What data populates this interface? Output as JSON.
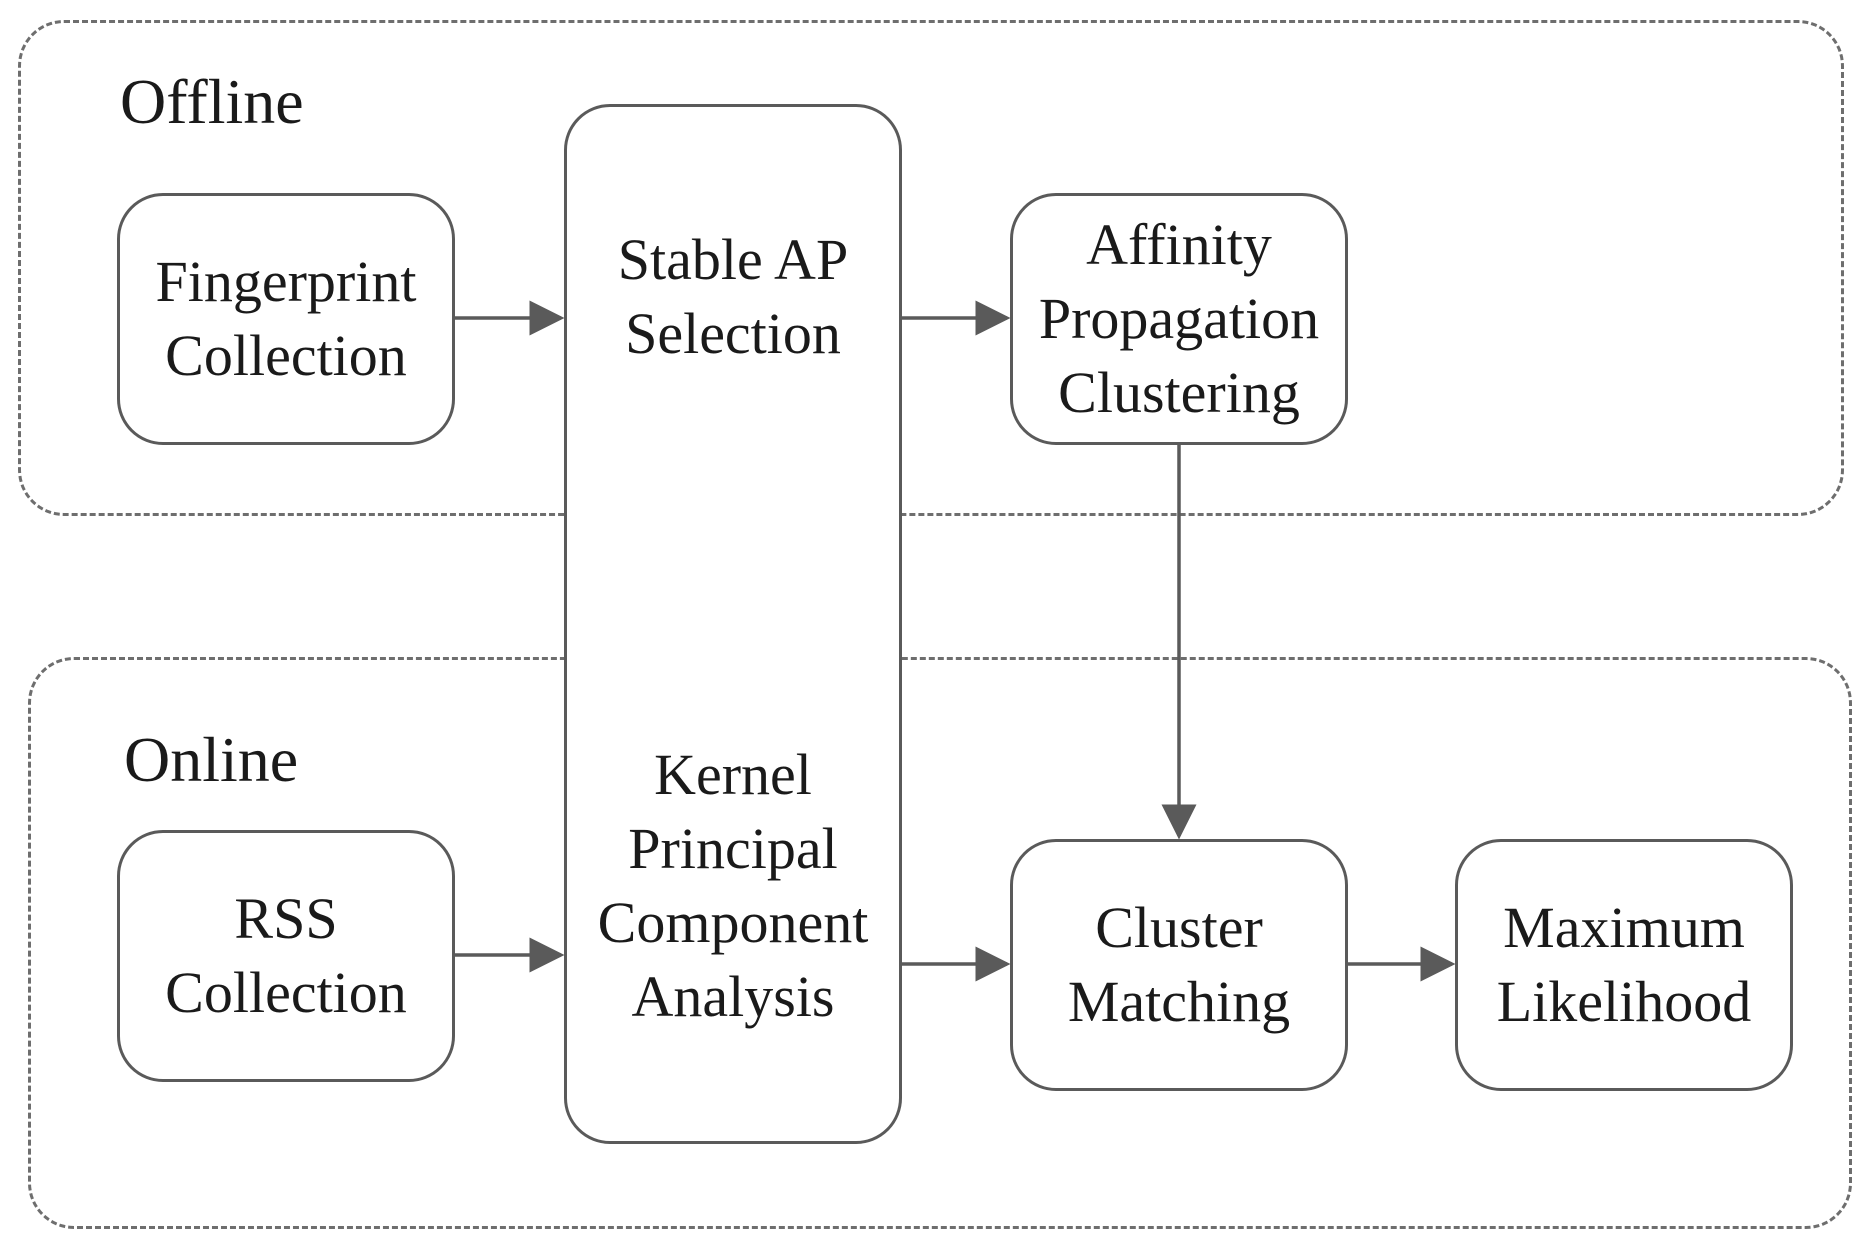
{
  "regions": {
    "offline": {
      "label": "Offline"
    },
    "online": {
      "label": "Online"
    }
  },
  "nodes": {
    "fingerprint_collection": {
      "lines": [
        "Fingerprint",
        "Collection"
      ]
    },
    "stable_ap_selection": {
      "lines": [
        "Stable AP",
        "Selection"
      ]
    },
    "kpca": {
      "lines": [
        "Kernel",
        "Principal",
        "Component",
        "Analysis"
      ]
    },
    "affinity_propagation_clustering": {
      "lines": [
        "Affinity",
        "Propagation",
        "Clustering"
      ]
    },
    "rss_collection": {
      "lines": [
        "RSS",
        "Collection"
      ]
    },
    "cluster_matching": {
      "lines": [
        "Cluster",
        "Matching"
      ]
    },
    "maximum_likelihood": {
      "lines": [
        "Maximum",
        "Likelihood"
      ]
    }
  },
  "edges": [
    {
      "from": "Fingerprint Collection",
      "to": "Stable AP Selection"
    },
    {
      "from": "Stable AP Selection",
      "to": "Affinity Propagation Clustering"
    },
    {
      "from": "Affinity Propagation Clustering",
      "to": "Cluster Matching"
    },
    {
      "from": "RSS Collection",
      "to": "Kernel Principal Component Analysis"
    },
    {
      "from": "Kernel Principal Component Analysis",
      "to": "Cluster Matching"
    },
    {
      "from": "Cluster Matching",
      "to": "Maximum Likelihood"
    }
  ],
  "colors": {
    "line": "#5a5a5a",
    "dash": "#6e6e6e",
    "text": "#1a1a1a"
  }
}
